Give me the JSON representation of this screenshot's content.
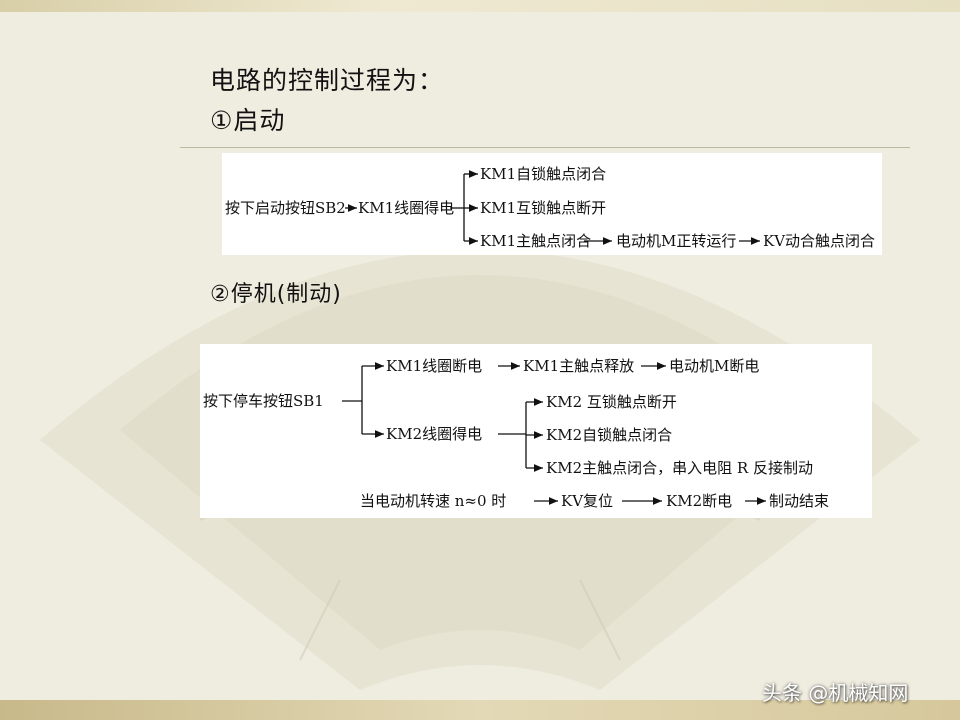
{
  "heading": "电路的控制过程为：",
  "section1_title": "①启动",
  "section2_title": "②停机(制动)",
  "start_diagram": {
    "trigger": "按下启动按钮SB2",
    "step": "KM1线圈得电",
    "branches": [
      "KM1自锁触点闭合",
      "KM1互锁触点断开",
      "KM1主触点闭合"
    ],
    "chain": [
      "电动机M正转运行",
      "KV动合触点闭合"
    ]
  },
  "stop_diagram": {
    "trigger": "按下停车按钮SB1",
    "branch_a": "KM1线圈断电",
    "branch_a_chain": [
      "KM1主触点释放",
      "电动机M断电"
    ],
    "branch_b": "KM2线圈得电",
    "branch_b_items": [
      "KM2 互锁触点断开",
      "KM2自锁触点闭合",
      "KM2主触点闭合，串入电阻 R 反接制动"
    ],
    "final_condition": "当电动机转速 n≈0 时",
    "final_chain": [
      "KV复位",
      "KM2断电",
      "制动结束"
    ]
  },
  "watermark": "头条 @机械知网"
}
